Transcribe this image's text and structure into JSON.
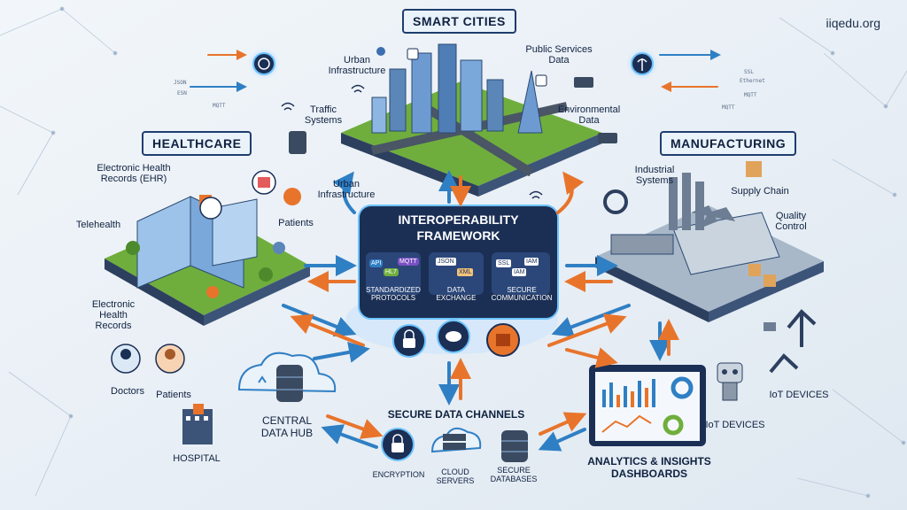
{
  "watermark": "iiqedu.org",
  "sections": {
    "smart_cities": "SMART CITIES",
    "healthcare": "HEALTHCARE",
    "manufacturing": "MANUFACTURING"
  },
  "smart_city_labels": {
    "urban_infrastructure_top": "Urban\nInfrastructure",
    "public_services": "Public Services\nData",
    "traffic": "Traffic\nSystems",
    "environmental": "Environmental\nData",
    "urban_infrastructure_mid": "Urban\nInfrastructure"
  },
  "healthcare_labels": {
    "ehr_top": "Electronic Health\nRecords (EHR)",
    "telehealth": "Telehealth",
    "patients_top": "Patients",
    "ehr_bottom": "Electronic\nHealth\nRecords",
    "doctors": "Doctors",
    "patients_bottom": "Patients",
    "hospital": "HOSPITAL"
  },
  "manufacturing_labels": {
    "industrial": "Industrial\nSystems",
    "supply_chain": "Supply Chain",
    "quality": "Quality\nControl",
    "iot_right": "IoT DEVICES",
    "iot_bottom": "IoT DEVICES"
  },
  "framework": {
    "title_line1": "INTEROPERABILITY",
    "title_line2": "FRAMEWORK",
    "col1_label": "STANDARDIZED\nPROTOCOLS",
    "col2_label": "DATA\nEXCHANGE",
    "col3_label": "SECURE\nCOMMUNICATION",
    "badges": [
      "API",
      "MQTT",
      "HL7",
      "JSON",
      "XML",
      "SSL",
      "IAM",
      "IAM"
    ]
  },
  "central_hub": "CENTRAL\nDATA HUB",
  "secure_channels": {
    "title": "SECURE DATA CHANNELS",
    "encryption": "ENCRYPTION",
    "cloud": "CLOUD\nSERVERS",
    "databases": "SECURE\nDATABASES"
  },
  "analytics": "ANALYTICS & INSIGHTS\nDASHBOARDS",
  "protocol_tags": [
    "SSL",
    "Ethernet",
    "MQTT",
    "JSON",
    "ESN",
    "MQTT",
    "MQTT"
  ],
  "colors": {
    "navy": "#1b2f55",
    "blue_arrow": "#2f7fc4",
    "orange_arrow": "#e8742b",
    "green": "#6fae3c"
  }
}
